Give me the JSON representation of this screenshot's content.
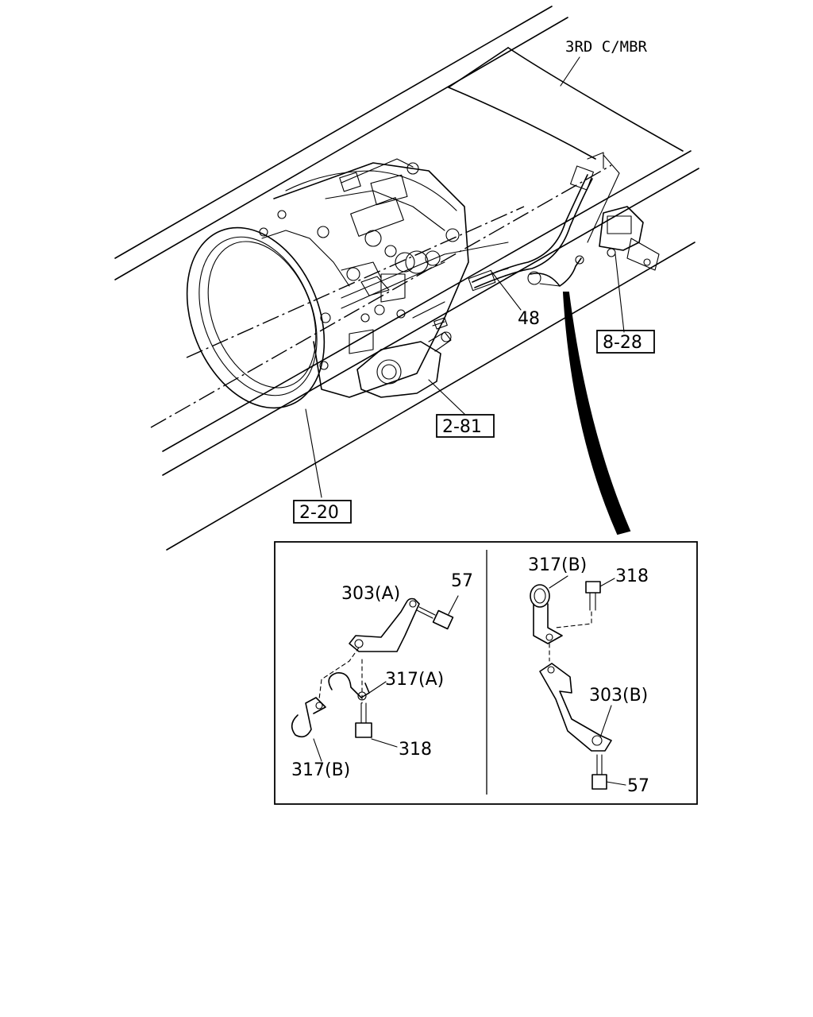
{
  "labels": {
    "frame_member": "3RD C/MBR",
    "part_48": "48",
    "ref_8_28": "8-28",
    "ref_2_81": "2-81",
    "ref_2_20": "2-20",
    "left_303a": "303(A)",
    "left_57": "57",
    "left_317a": "317(A)",
    "left_318": "318",
    "left_317b": "317(B)",
    "right_317b": "317(B)",
    "right_318": "318",
    "right_303b": "303(B)",
    "right_57": "57"
  }
}
